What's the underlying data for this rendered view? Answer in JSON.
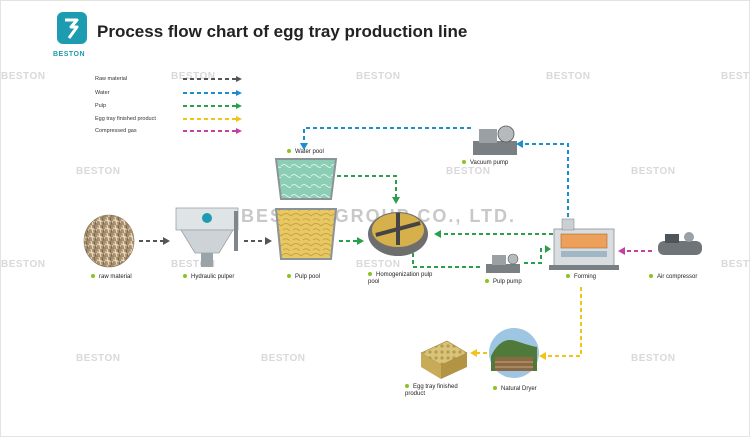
{
  "brand": {
    "name": "BESTON",
    "color": "#1d9bb0"
  },
  "title": "Process flow chart of egg tray production line",
  "watermark": {
    "small": "BESTON",
    "large": "BESTON GROUP CO., LTD."
  },
  "legend": [
    {
      "label": "Raw material",
      "color": "#555555"
    },
    {
      "label": "Water",
      "color": "#1a8ecf"
    },
    {
      "label": "Pulp",
      "color": "#2aa04a"
    },
    {
      "label": "Egg tray finished product",
      "color": "#f0c419"
    },
    {
      "label": "Compressed gas",
      "color": "#c63fa3"
    }
  ],
  "nodes": {
    "raw_material": "raw material",
    "hydraulic_pulper": "Hydraulic pulper",
    "water_pool": "Water pool",
    "pulp_pool": "Pulp pool",
    "homogenization": "Homogenization pulp pool",
    "vacuum_pump": "Vacuum pump",
    "pulp_pump": "Pulp pump",
    "forming": "Forming",
    "air_compressor": "Air compressor",
    "natural_dryer": "Natural Dryer",
    "finished_product": "Egg tray finished product"
  }
}
